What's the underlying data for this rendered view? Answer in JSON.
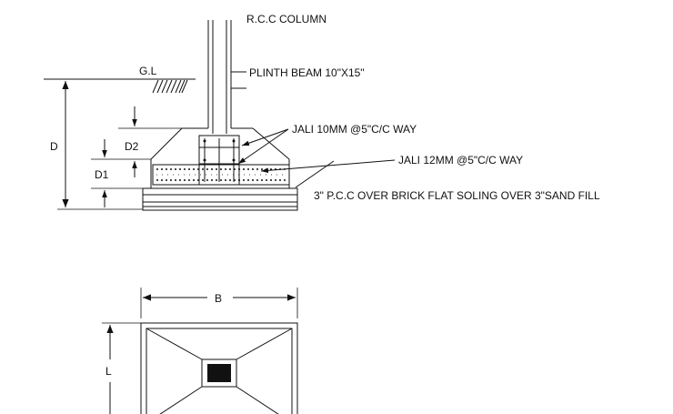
{
  "section_view": {
    "labels": {
      "column": "R.C.C COLUMN",
      "ground_level": "G.L",
      "plinth_beam": "PLINTH  BEAM 10\"X15\"",
      "jali_10": "JALI 10MM  @5\"C/C WAY",
      "jali_12": "JALI 12MM  @5\"C/C WAY",
      "pcc": "3\" P.C.C OVER BRICK  FLAT SOLING OVER 3\"SAND FILL",
      "dim_d": "D",
      "dim_d1": "D1",
      "dim_d2": "D2"
    }
  },
  "plan_view": {
    "labels": {
      "dim_b": "B",
      "dim_l": "L"
    }
  },
  "colors": {
    "line": "#111111",
    "background": "#ffffff"
  }
}
